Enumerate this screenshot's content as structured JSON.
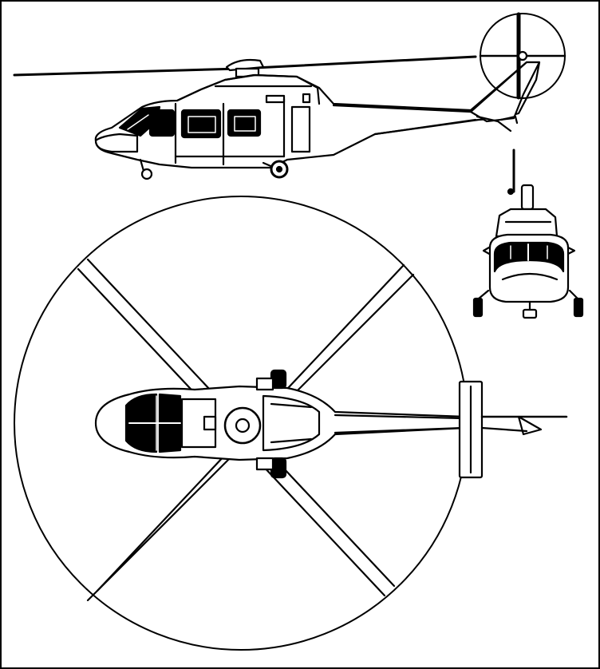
{
  "figure": {
    "views": [
      "side-view",
      "front-view",
      "top-view"
    ],
    "colors": {
      "line": "#000000",
      "background": "#ffffff",
      "glass": "#000000"
    }
  }
}
